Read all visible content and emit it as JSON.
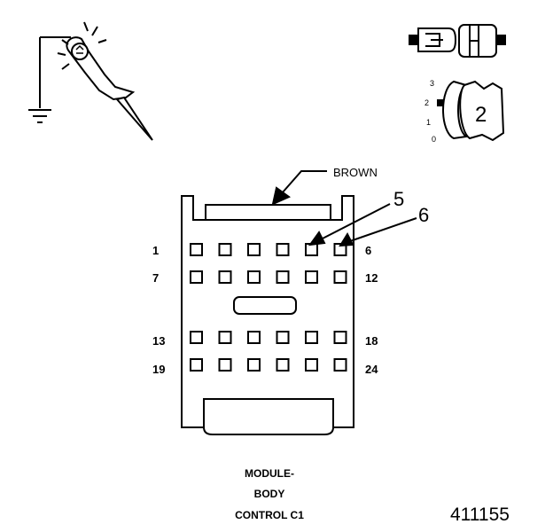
{
  "connector": {
    "color_label": "BROWN",
    "callouts": [
      "5",
      "6"
    ],
    "row_labels": {
      "row1": {
        "left": "1",
        "right": "6"
      },
      "row2": {
        "left": "7",
        "right": "12"
      },
      "row3": {
        "left": "13",
        "right": "18"
      },
      "row4": {
        "left": "19",
        "right": "24"
      }
    },
    "rows": 4,
    "cols": 6
  },
  "caption": {
    "line1": "MODULE-",
    "line2": "BODY",
    "line3": "CONTROL C1"
  },
  "figure_number": "411155",
  "fuse_icon": {
    "scale": [
      "3",
      "2",
      "1",
      "0"
    ],
    "value": "2"
  },
  "icons": [
    "test-light-probe-icon",
    "ground-symbol-icon",
    "terminal-connector-icon",
    "selector-dial-icon"
  ]
}
